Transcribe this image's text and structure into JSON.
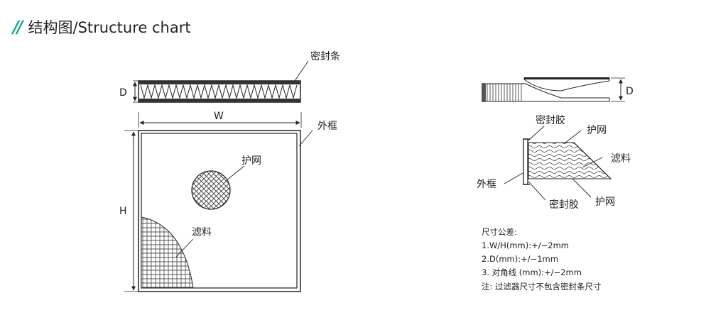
{
  "header": {
    "title": "结构图/Structure chart",
    "accent_color": "#18a99a"
  },
  "left_diagram": {
    "label_seal_strip": "密封条",
    "label_depth": "D",
    "label_width": "W",
    "label_height": "H",
    "label_outer_frame": "外框",
    "label_mesh": "护网",
    "label_filter_media": "滤料"
  },
  "right_diagram": {
    "label_depth": "D",
    "label_sealant_top": "密封胶",
    "label_mesh_top": "护网",
    "label_filter_media": "滤料",
    "label_outer_frame": "外框",
    "label_sealant_bottom": "密封胶",
    "label_mesh_bottom": "护网"
  },
  "tolerance": {
    "heading": "尺寸公差:",
    "line1": "1.W/H(mm):+/−2mm",
    "line2": "2.D(mm):+/−1mm",
    "line3": "3. 对角线 (mm):+/−2mm",
    "note": "注: 过滤器尺寸不包含密封条尺寸"
  }
}
